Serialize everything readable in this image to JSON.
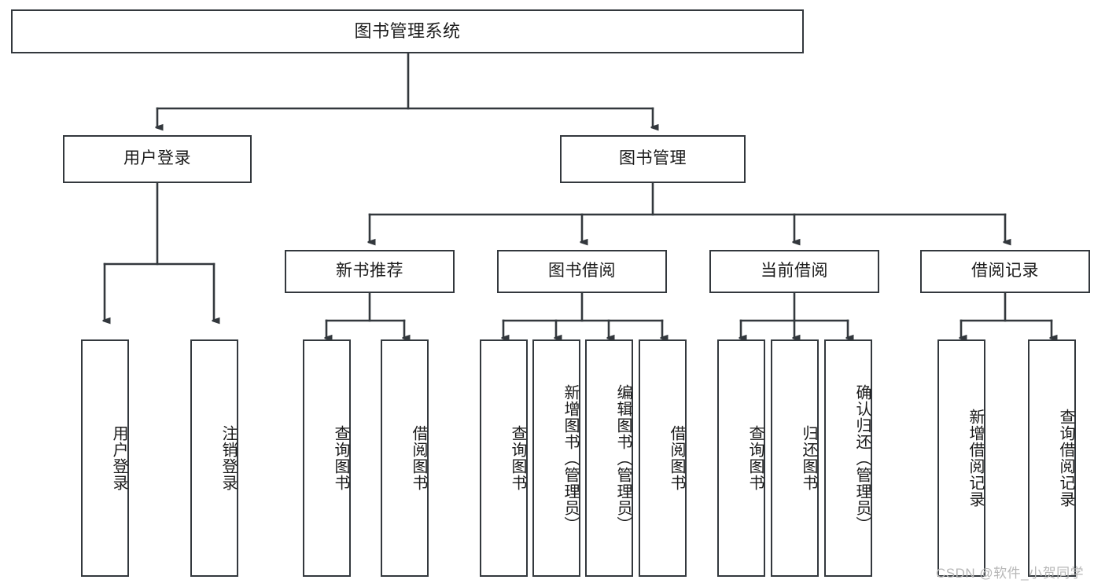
{
  "diagram": {
    "type": "hierarchy-tree",
    "title": "图书管理系统",
    "orientation": "top-down",
    "style": {
      "box_border_color": "#33383d",
      "box_fill_color": "#ffffff",
      "line_color": "#33383d",
      "text_color": "#1b1b1b",
      "background": "#ffffff"
    }
  },
  "nodes": {
    "root": {
      "label": "图书管理系统",
      "level": 1
    },
    "level2": [
      {
        "id": "user-login",
        "label": "用户登录"
      },
      {
        "id": "book-manage",
        "label": "图书管理"
      }
    ],
    "level3": [
      {
        "id": "new-book-recommend",
        "label": "新书推荐"
      },
      {
        "id": "book-borrow",
        "label": "图书借阅"
      },
      {
        "id": "current-borrow",
        "label": "当前借阅"
      },
      {
        "id": "borrow-record",
        "label": "借阅记录"
      }
    ],
    "leaves": {
      "user-login": [
        {
          "id": "leaf-user-login",
          "label": "用户登录"
        },
        {
          "id": "leaf-logout-login",
          "label": "注销登录"
        }
      ],
      "new-book-recommend": [
        {
          "id": "leaf-query-book-1",
          "label": "查询图书"
        },
        {
          "id": "leaf-borrow-book-1",
          "label": "借阅图书"
        }
      ],
      "book-borrow": [
        {
          "id": "leaf-query-book-2",
          "label": "查询图书"
        },
        {
          "id": "leaf-add-book-admin",
          "label": "新增图书（管理员）"
        },
        {
          "id": "leaf-edit-book-admin",
          "label": "编辑图书（管理员）"
        },
        {
          "id": "leaf-borrow-book-2",
          "label": "借阅图书"
        }
      ],
      "current-borrow": [
        {
          "id": "leaf-query-book-3",
          "label": "查询图书"
        },
        {
          "id": "leaf-return-book",
          "label": "归还图书"
        },
        {
          "id": "leaf-confirm-return-admin",
          "label": "确认归还（管理员）"
        }
      ],
      "borrow-record": [
        {
          "id": "leaf-add-borrow-record",
          "label": "新增借阅记录"
        },
        {
          "id": "leaf-query-borrow-record",
          "label": "查询借阅记录"
        }
      ]
    }
  },
  "watermark": {
    "text": "CSDN @软件_小贺同学"
  }
}
